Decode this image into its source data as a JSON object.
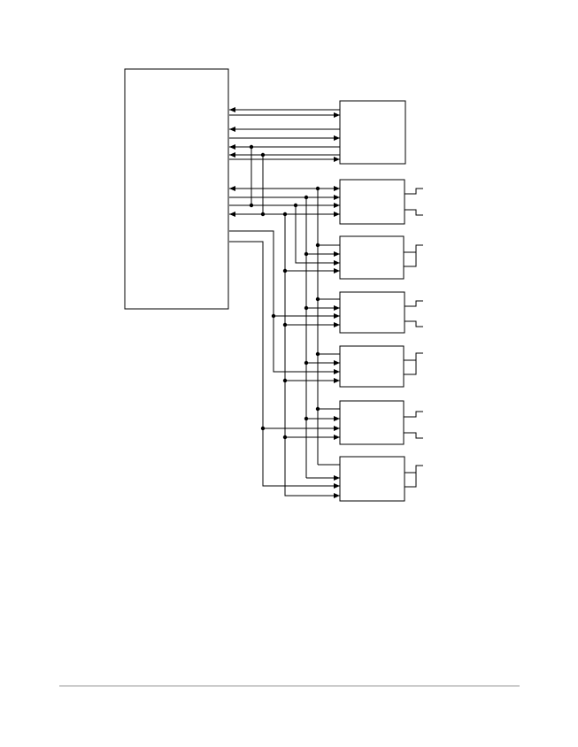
{
  "diagram": {
    "blocks": [
      {
        "id": "main-block"
      },
      {
        "id": "block-1"
      },
      {
        "id": "block-2"
      },
      {
        "id": "block-3"
      },
      {
        "id": "block-4"
      },
      {
        "id": "block-5"
      },
      {
        "id": "block-6"
      },
      {
        "id": "block-7"
      }
    ]
  },
  "colors": {
    "line": "#000000",
    "background": "#ffffff",
    "footer_rule": "#cccccc"
  }
}
